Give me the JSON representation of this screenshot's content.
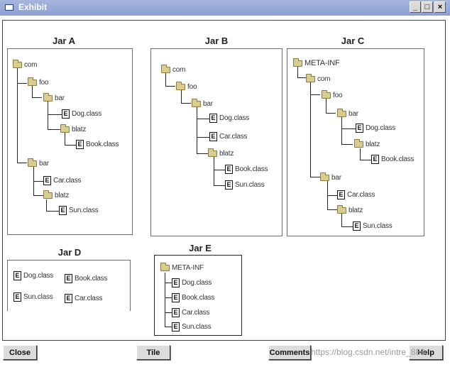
{
  "window": {
    "title": "Exhibit",
    "min_label": "_",
    "max_label": "□",
    "close_label": "×"
  },
  "jars": {
    "a": {
      "label": "Jar A",
      "nodes": {
        "com": "com",
        "foo": "foo",
        "foo_bar": "bar",
        "dog": "Dog.class",
        "foo_bar_blatz": "blatz",
        "book": "Book.class",
        "bar": "bar",
        "car": "Car.class",
        "bar_blatz": "blatz",
        "sun": "Sun.class"
      }
    },
    "b": {
      "label": "Jar B",
      "nodes": {
        "com": "com",
        "foo": "foo",
        "bar": "bar",
        "dog": "Dog.class",
        "car": "Car.class",
        "blatz": "blatz",
        "book": "Book.class",
        "sun": "Sun.class"
      }
    },
    "c": {
      "label": "Jar C",
      "nodes": {
        "meta": "META-INF",
        "com": "com",
        "foo": "foo",
        "foo_bar": "bar",
        "dog": "Dog.class",
        "foo_bar_blatz": "blatz",
        "book": "Book.class",
        "bar": "bar",
        "car": "Car.class",
        "bar_blatz": "blatz",
        "sun": "Sun.class"
      }
    },
    "d": {
      "label": "Jar D",
      "nodes": {
        "dog": "Dog.class",
        "book": "Book.class",
        "sun": "Sun.class",
        "car": "Car.class"
      }
    },
    "e": {
      "label": "Jar E",
      "nodes": {
        "meta": "META-INF",
        "dog": "Dog.class",
        "book": "Book.class",
        "car": "Car.class",
        "sun": "Sun.class"
      }
    }
  },
  "file_glyph": "E",
  "buttons": {
    "close": "Close",
    "tile": "Tile",
    "comments": "Comments",
    "help": "Help"
  },
  "watermark": "https://blog.csdn.net/intre_888"
}
